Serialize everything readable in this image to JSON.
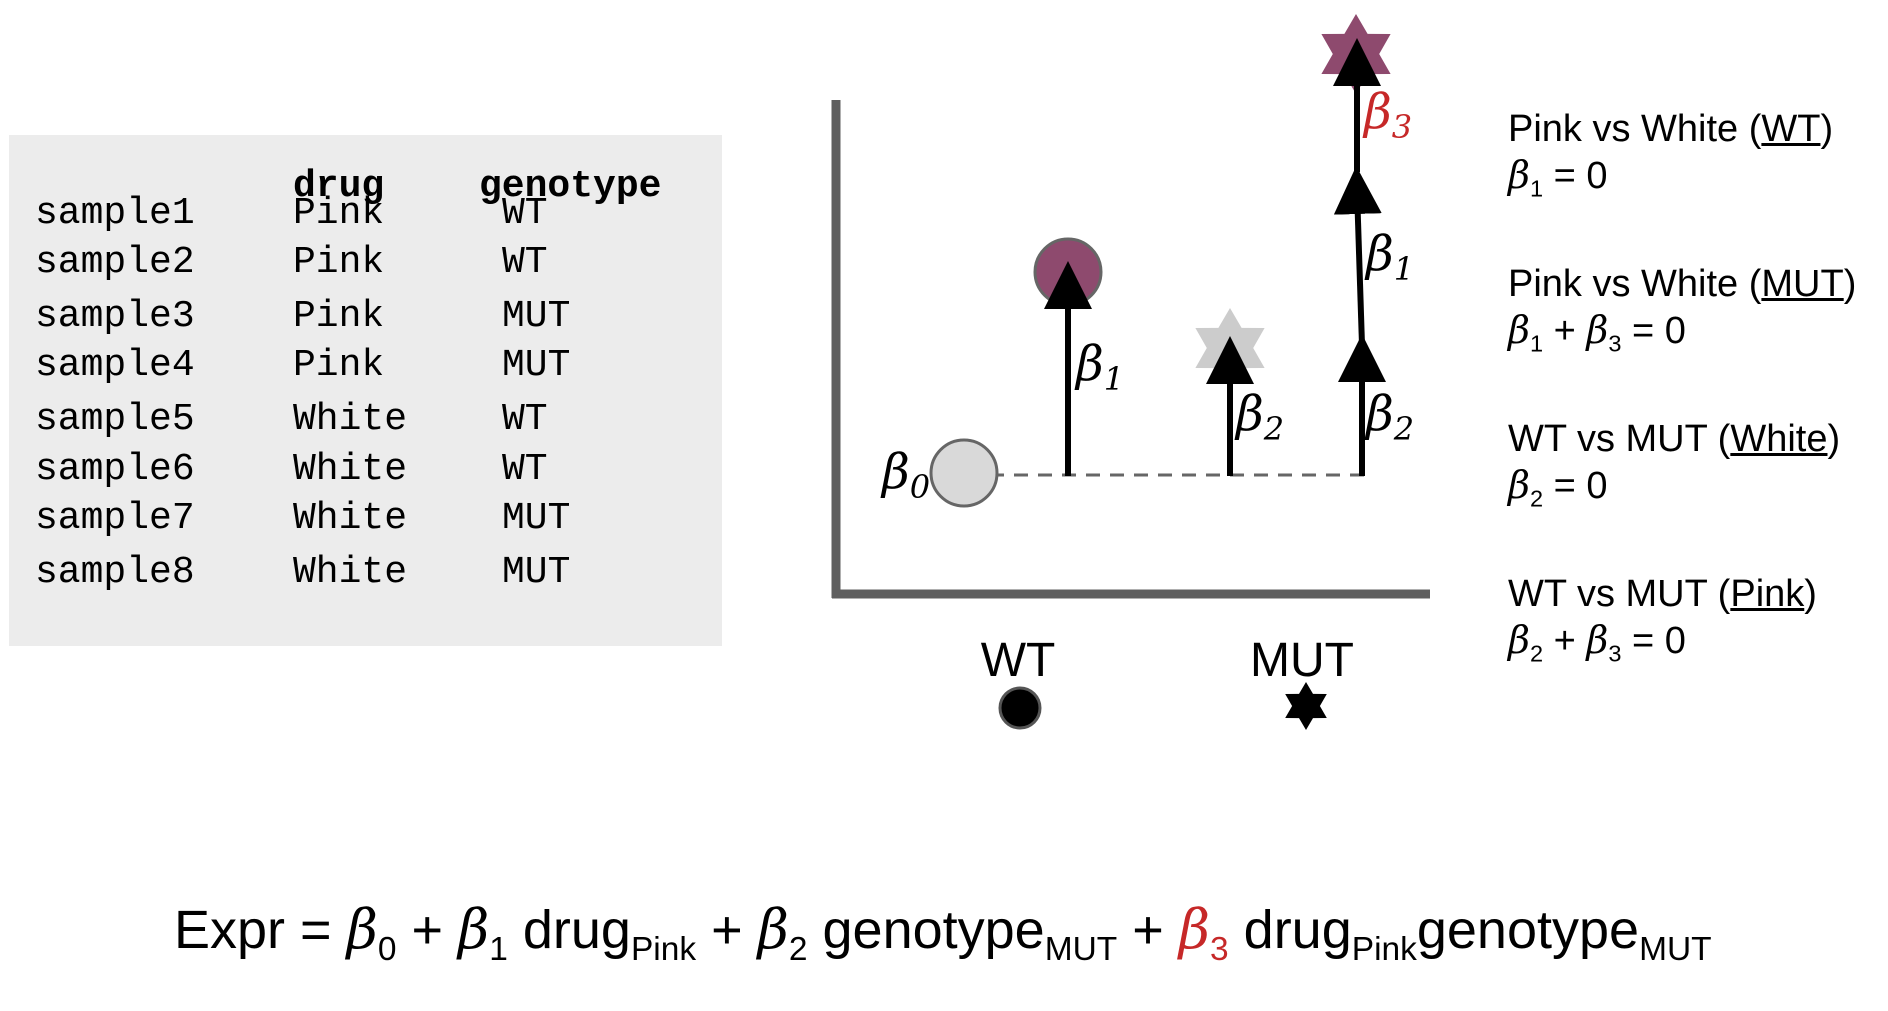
{
  "table": {
    "headers": [
      "",
      "drug",
      "genotype"
    ],
    "rows": [
      [
        "sample1",
        "Pink",
        "WT"
      ],
      [
        "sample2",
        "Pink",
        "WT"
      ],
      [
        "sample3",
        "Pink",
        "MUT"
      ],
      [
        "sample4",
        "Pink",
        "MUT"
      ],
      [
        "sample5",
        "White",
        "WT"
      ],
      [
        "sample6",
        "White",
        "WT"
      ],
      [
        "sample7",
        "White",
        "MUT"
      ],
      [
        "sample8",
        "White",
        "MUT"
      ]
    ]
  },
  "diagram": {
    "beta0": "β",
    "beta0_sub": "0",
    "arrow_labels": [
      {
        "symbol": "β",
        "sub": "1"
      },
      {
        "symbol": "β",
        "sub": "2"
      },
      {
        "symbol": "β",
        "sub": "2"
      },
      {
        "symbol": "β",
        "sub": "1"
      },
      {
        "symbol": "β",
        "sub": "3"
      }
    ],
    "x_labels": [
      "WT",
      "MUT"
    ],
    "colors": {
      "pink": "#8e4a6e",
      "white": "#d9d9d9",
      "white_star": "#cccccc",
      "red": "#c62828",
      "axis": "#5f5f5f"
    },
    "legend_icons": [
      "filled-circle-icon",
      "six-point-star-icon"
    ]
  },
  "hypotheses": [
    {
      "pre": "Pink vs White (",
      "u": "WT",
      "post": ")",
      "eq": [
        {
          "b": "β",
          "s": "1"
        }
      ],
      "rhs": "= 0"
    },
    {
      "pre": "Pink vs White (",
      "u": "MUT",
      "post": ")",
      "eq": [
        {
          "b": "β",
          "s": "1"
        },
        {
          "b": "β",
          "s": "3"
        }
      ],
      "rhs": "= 0"
    },
    {
      "pre": "WT vs MUT (",
      "u": "White",
      "post": ")",
      "eq": [
        {
          "b": "β",
          "s": "2"
        }
      ],
      "rhs": "= 0"
    },
    {
      "pre": "WT vs MUT (",
      "u": "Pink",
      "post": ")",
      "eq": [
        {
          "b": "β",
          "s": "2"
        },
        {
          "b": "β",
          "s": "3"
        }
      ],
      "rhs": "= 0"
    }
  ],
  "equation": {
    "lhs": "Expr =",
    "b0": "β",
    "b0_sub": "0",
    "plus": "+",
    "b1": "β",
    "b1_sub": "1",
    "t1": "drug",
    "t1_sub": "Pink",
    "b2": "β",
    "b2_sub": "2",
    "t2": "genotype",
    "t2_sub": "MUT",
    "b3": "β",
    "b3_sub": "3",
    "t3a": "drug",
    "t3a_sub": "Pink",
    "t3b": "genotype",
    "t3b_sub": "MUT"
  }
}
